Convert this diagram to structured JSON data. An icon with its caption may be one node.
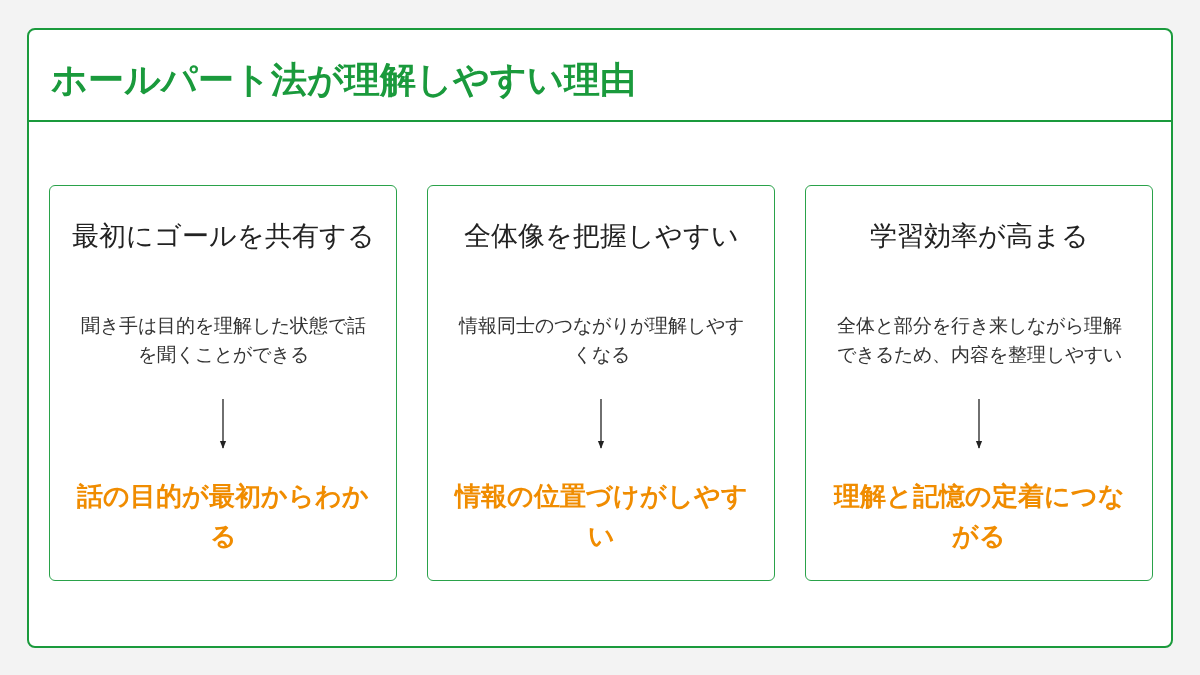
{
  "diagram": {
    "title": "ホールパート法が理解しやすい理由",
    "nodes": [
      {
        "text": [
          "最初にゴールを共有する"
        ]
      },
      {
        "text": [
          "聞き手は目的を理解した状態で話を聞くことができる"
        ],
        "in": 0
      },
      {
        "text": [
          "話の目的が最初からわかる"
        ],
        "in": 0
      },
      {
        "text": [
          "全体像を把握しやすい"
        ]
      },
      {
        "text": [
          "情報同士のつながりが理解しやすくなる"
        ],
        "in": 3
      },
      {
        "text": [
          "情報の位置づけがしやすい"
        ],
        "in": 3
      },
      {
        "text": [
          "学習効率が高まる"
        ]
      },
      {
        "text": [
          "全体と部分を行き来しながら理解できるため、内容を整理しやすい"
        ],
        "in": 6
      },
      {
        "text": [
          "理解と記憶の定着につながる"
        ],
        "in": 6
      }
    ],
    "edges": [
      {
        "from": 1,
        "to": 2,
        "arrow": "to"
      },
      {
        "from": 4,
        "to": 5,
        "arrow": "to"
      },
      {
        "from": 7,
        "to": 8,
        "arrow": "to"
      }
    ]
  }
}
